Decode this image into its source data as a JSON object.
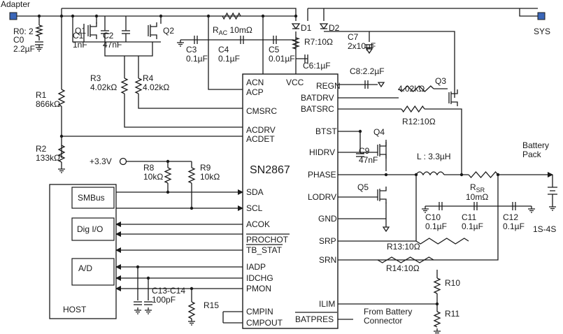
{
  "chip": {
    "name": "SN2867"
  },
  "pins_left": [
    "ACN",
    "ACP",
    "CMSRC",
    "ACDRV",
    "ACDET",
    "SDA",
    "SCL",
    "ACOK",
    "PROCHOT",
    "TB_STAT",
    "IADP",
    "IDCHG",
    "PMON",
    "CMPIN",
    "CMPOUT"
  ],
  "pins_right": [
    "VCC",
    "REGN",
    "BATDRV",
    "BATSRC",
    "BTST",
    "HIDRV",
    "PHASE",
    "LODRV",
    "GND",
    "SRP",
    "SRN",
    "ILIM",
    "BATPRES"
  ],
  "ports": {
    "adapter": "Adapter",
    "sys": "SYS",
    "v33": "+3.3V",
    "battery_pack": "Battery\nPack",
    "cells": "1S-4S",
    "from_battery": "From Battery\nConnector"
  },
  "host": {
    "title": "HOST",
    "blocks": [
      "SMBus",
      "Dig I/O",
      "A/D"
    ]
  },
  "components": {
    "r0": "R0: 2",
    "c0": "C0\n2.2µF",
    "r1": "R1\n866kΩ",
    "r2": "R2\n133kΩ",
    "q1": "Q1",
    "q2": "Q2",
    "q3": "Q3",
    "q4": "Q4",
    "q5": "Q5",
    "c1": "C1\n1nF",
    "c2": "C2\n47nF",
    "rac_pre": "R",
    "rac_sub": "AC",
    "rac_val": "10mΩ",
    "d1": "D1",
    "d2": "D2",
    "r7": "R7:10Ω",
    "c7": "C7\n2x10µF",
    "c3": "C3\n0.1µF",
    "c4": "C4\n0.1µF",
    "c5": "C5\n0.01µF",
    "c6": "C6:1µF",
    "c8": "C8:2.2µF",
    "r3": "R3\n4.02kΩ",
    "r4": "R4\n4.02kΩ",
    "r_q3": "4.02kΩ",
    "r12": "R12:10Ω",
    "c9": "C9\n47nF",
    "l": "L : 3.3µH",
    "rsr_pre": "R",
    "rsr_sub": "SR",
    "rsr_val": "10mΩ",
    "c10": "C10\n0.1µF",
    "c11": "C11\n0.1µF",
    "c12": "C12\n0.1µF",
    "r13": "R13:10Ω",
    "r14": "R14:10Ω",
    "r8": "R8\n10kΩ",
    "r9": "R9\n10kΩ",
    "c13": "C13-C14\n100pF",
    "r15": "R15",
    "r10": "R10",
    "r11": "R11"
  }
}
